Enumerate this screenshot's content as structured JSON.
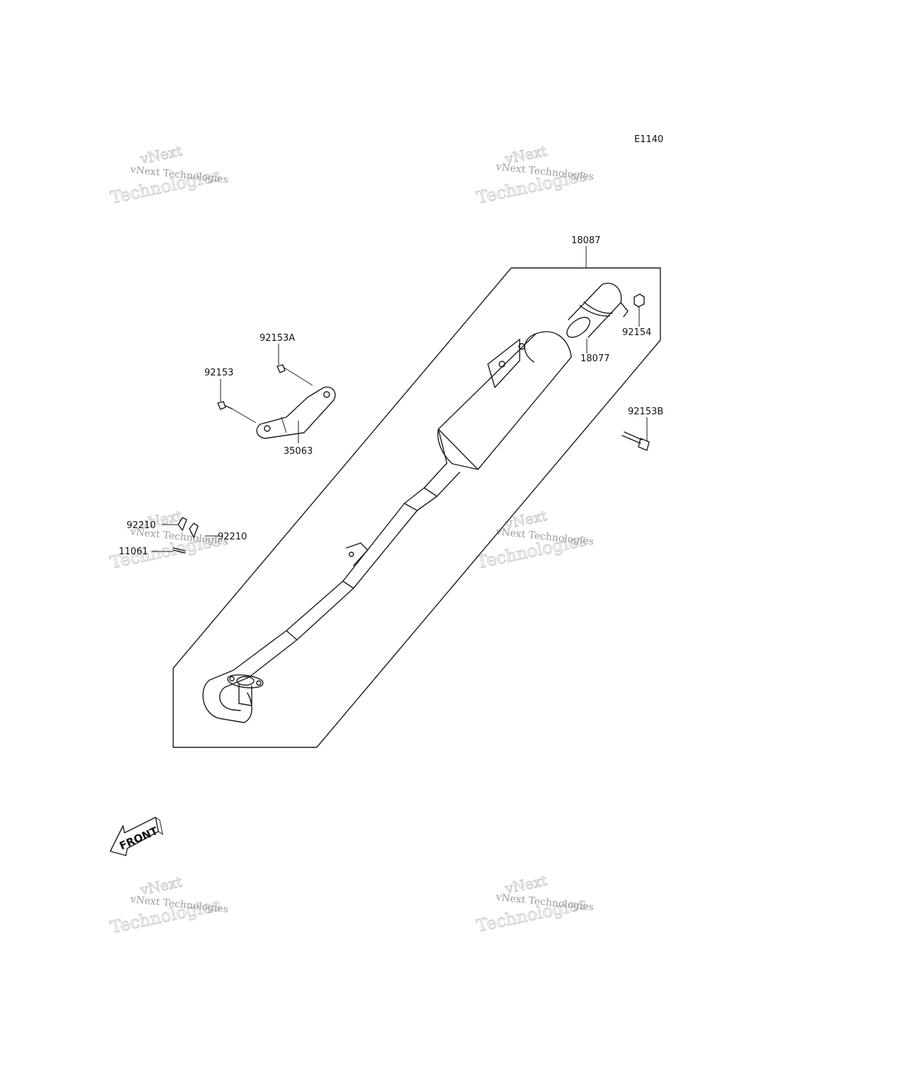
{
  "diagram": {
    "code": "E1140",
    "front_label": "FRONT",
    "watermark": {
      "line1": "vNext Technologies",
      "line2": "Technologies",
      "line3": "vNext"
    },
    "parts": [
      {
        "id": "p18087",
        "number": "18087"
      },
      {
        "id": "p18077",
        "number": "18077"
      },
      {
        "id": "p92154",
        "number": "92154"
      },
      {
        "id": "p92153B",
        "number": "92153B"
      },
      {
        "id": "p92153A",
        "number": "92153A"
      },
      {
        "id": "p92153",
        "number": "92153"
      },
      {
        "id": "p35063",
        "number": "35063"
      },
      {
        "id": "p92210a",
        "number": "92210"
      },
      {
        "id": "p92210b",
        "number": "92210"
      },
      {
        "id": "p11061",
        "number": "11061"
      }
    ]
  }
}
